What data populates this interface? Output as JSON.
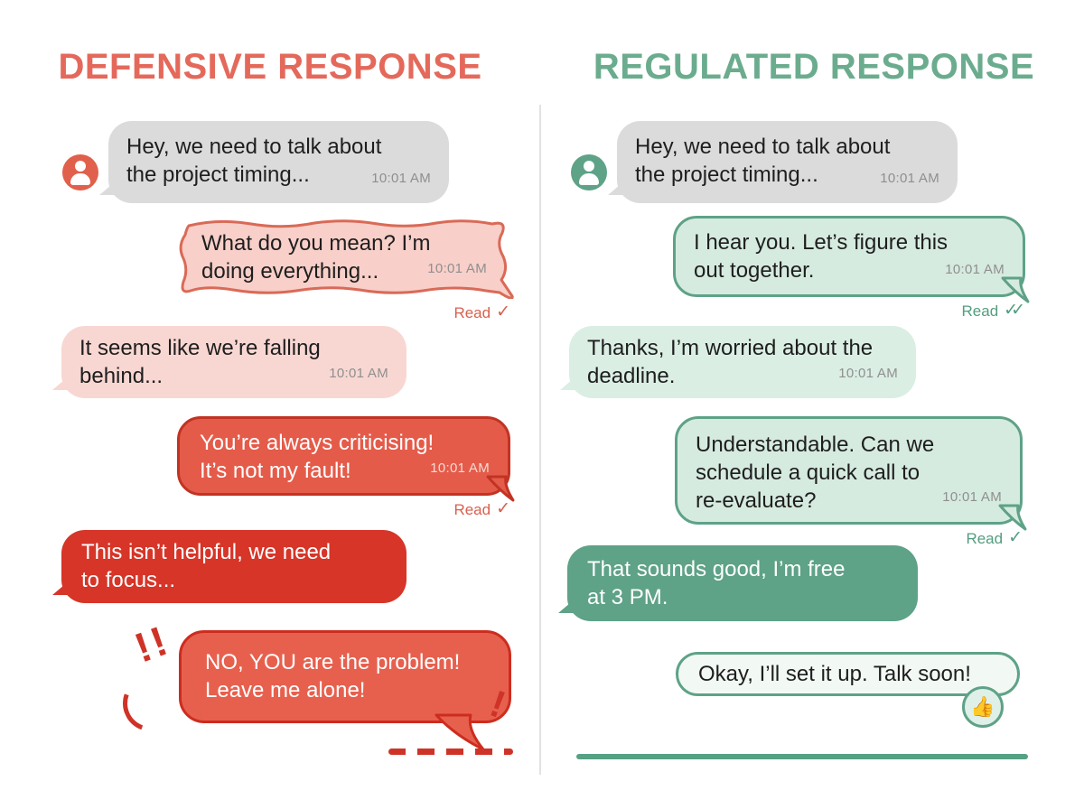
{
  "left": {
    "title": "DEFENSIVE RESPONSE",
    "messages": [
      {
        "text": "Hey, we need to talk about\nthe project timing...",
        "time": "10:01 AM"
      },
      {
        "text": "What do you mean? I’m\ndoing everything...",
        "time": "10:01 AM",
        "read_label": "Read",
        "read_checks": "✓"
      },
      {
        "text": "It seems like we’re falling\nbehind...",
        "time": "10:01 AM"
      },
      {
        "text": "You’re always criticising!\nIt’s not my fault!",
        "time": "10:01 AM",
        "read_label": "Read",
        "read_checks": "✓"
      },
      {
        "text": "This isn’t helpful, we need\nto focus..."
      },
      {
        "text": "NO, YOU are the problem!\nLeave me alone!"
      }
    ],
    "decorations": {
      "exclaim_double": "!!",
      "exclaim_single": "!"
    }
  },
  "right": {
    "title": "REGULATED RESPONSE",
    "messages": [
      {
        "text": "Hey, we need to talk about\nthe project timing...",
        "time": "10:01 AM"
      },
      {
        "text": "I hear you. Let’s figure this\nout together.",
        "time": "10:01 AM",
        "read_label": "Read",
        "read_checks": "✓✓"
      },
      {
        "text": "Thanks, I’m worried about the\ndeadline.",
        "time": "10:01 AM"
      },
      {
        "text": "Understandable. Can we\nschedule a quick call to\nre-evaluate?",
        "time": "10:01 AM",
        "read_label": "Read",
        "read_checks": "✓"
      },
      {
        "text": "That sounds good, I’m free\nat 3 PM."
      },
      {
        "text": "Okay, I’ll set it up. Talk soon!",
        "reaction": "👍"
      }
    ]
  },
  "icons": {
    "avatar": "person-icon",
    "read_check": "checkmark",
    "reaction": "thumbs-up"
  },
  "colors": {
    "accent_red": "#E4695B",
    "deep_red": "#D63528",
    "bordered_red_fill": "#E55B4A",
    "bordered_red_stroke": "#C23323",
    "pink_fill": "#F8D7D2",
    "accent_green": "#6BAC8E",
    "green_fill": "#D6EBE0",
    "green_stroke": "#5EA287",
    "solid_green": "#5EA287",
    "gray_bubble": "#DCDBDB"
  }
}
